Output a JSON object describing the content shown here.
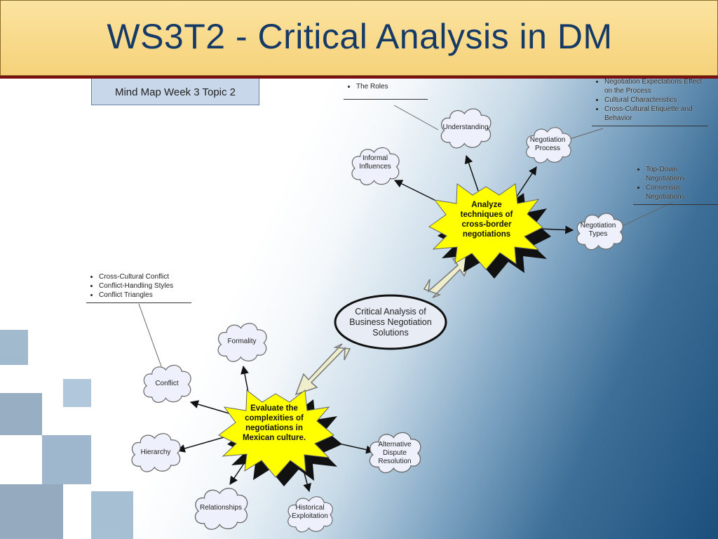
{
  "slide": {
    "title": "WS3T2 - Critical Analysis in DM",
    "mind_map_label": "Mind Map Week 3 Topic 2"
  },
  "nodes": {
    "central": "Critical Analysis of Business Negotiation Solutions",
    "analyze": "Analyze techniques of cross-border negotiations",
    "evaluate": "Evaluate the complexities of negotiations in Mexican culture.",
    "understanding": "Understanding",
    "negotiation_process": "Negotiation Process",
    "informal_influences": "Informal Influences",
    "negotiation_types": "Negotiation Types",
    "formality": "Formality",
    "conflict": "Conflict",
    "hierarchy": "Hierarchy",
    "relationships": "Relationships",
    "historical_exploitation": "Historical Exploitation",
    "alternative_dispute_resolution": "Alternative Dispute Resolution"
  },
  "notes": {
    "understanding": [
      "The Roles"
    ],
    "negotiation_process": [
      "Negotiation Expectations Effect on the Process",
      "Cultural Characteristics",
      "Cross-Cultural Etiquette and Behavior"
    ],
    "negotiation_types": [
      "Top-Down Negotiations",
      "Consensus Negotiations"
    ],
    "conflict": [
      "Cross-Cultural Conflict",
      "Conflict-Handling Styles",
      "Conflict Triangles"
    ]
  },
  "colors": {
    "title_bar": "#f6d27a",
    "title_text": "#163a66",
    "title_shadow": "#7a1010",
    "cloud_fill": "#eef1fb",
    "star_fill": "#ffff00",
    "oval_fill": "#e8ecf5",
    "connector_fill": "#eeeecc"
  }
}
